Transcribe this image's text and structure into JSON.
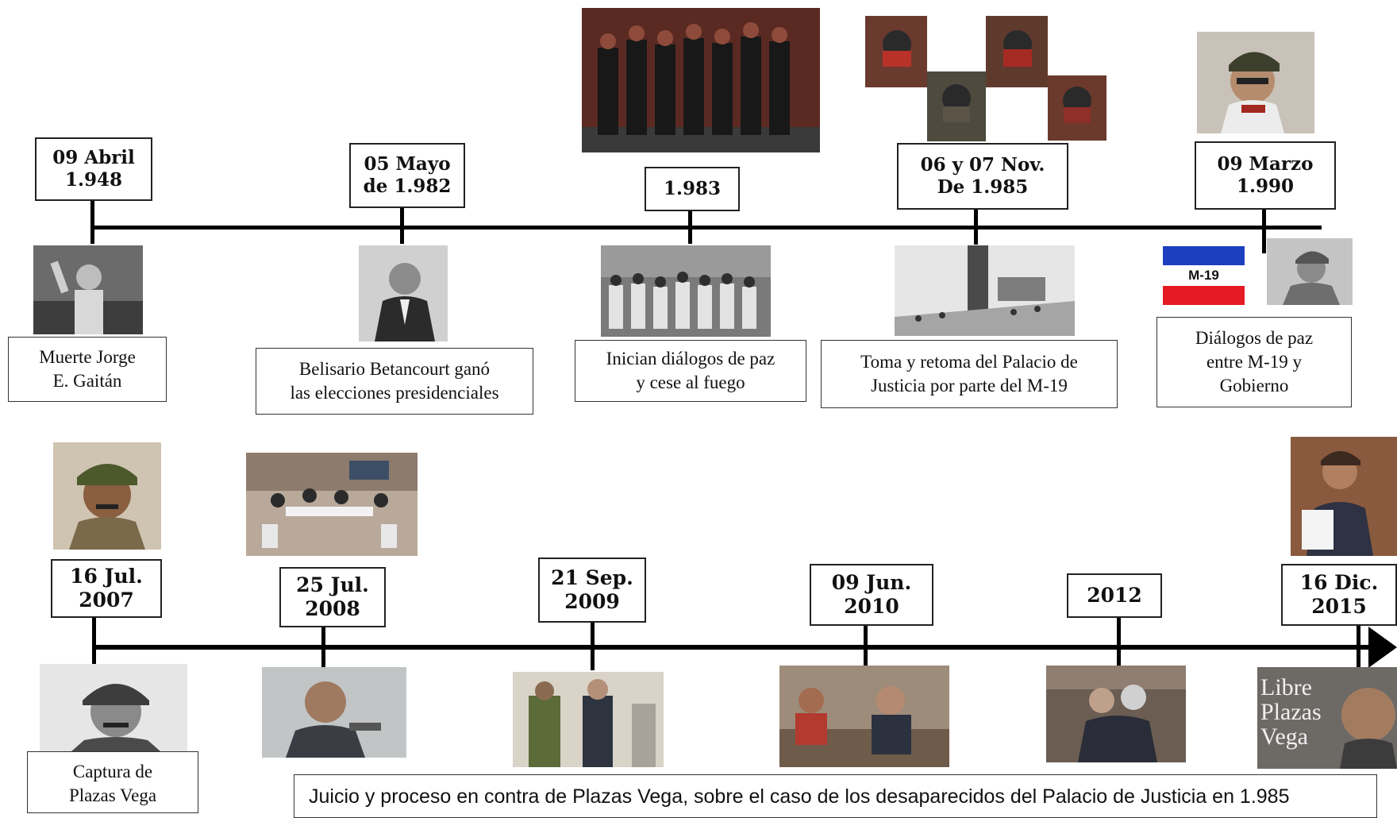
{
  "timeline_top": {
    "events": [
      {
        "date": "09 Abril\n1.948",
        "caption": "Muerte Jorge\nE. Gaitán"
      },
      {
        "date": "05 Mayo\nde 1.982",
        "caption": "Belisario Betancourt  ganó\nlas elecciones  presidenciales"
      },
      {
        "date": "1.983",
        "caption": "Inician diálogos de paz\ny cese al fuego"
      },
      {
        "date": "06 y 07 Nov.\nDe 1.985",
        "caption": "Toma y retoma del Palacio de\nJusticia por parte del M-19"
      },
      {
        "date": "09 Marzo\n1.990",
        "caption": "Diálogos de paz\nentre M-19 y\nGobierno"
      }
    ],
    "flag_label": "M-19"
  },
  "timeline_bottom": {
    "events": [
      {
        "date": "16 Jul.\n2007",
        "caption": "Captura de\nPlazas Vega"
      },
      {
        "date": "25 Jul.\n2008"
      },
      {
        "date": "21 Sep.\n2009"
      },
      {
        "date": "09 Jun.\n2010"
      },
      {
        "date": "2012"
      },
      {
        "date": "16 Dic.\n2015"
      }
    ],
    "banner": "Juicio y proceso en contra de Plazas Vega, sobre el caso de los  desaparecidos del Palacio de Justicia  en 1.985",
    "poster_text": "Libre\nPlazas\nVega"
  }
}
